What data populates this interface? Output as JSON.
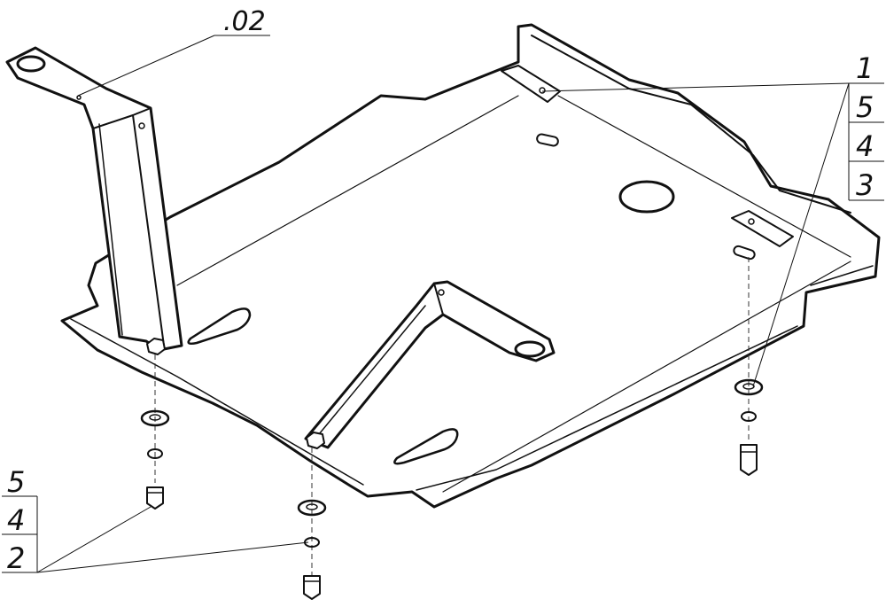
{
  "callouts": {
    "top_left_label": ".02",
    "right_stack": [
      "1",
      "5",
      "4",
      "3"
    ],
    "left_stack": [
      "5",
      "4",
      "2"
    ]
  },
  "colors": {
    "line": "#111111",
    "background": "#ffffff"
  }
}
